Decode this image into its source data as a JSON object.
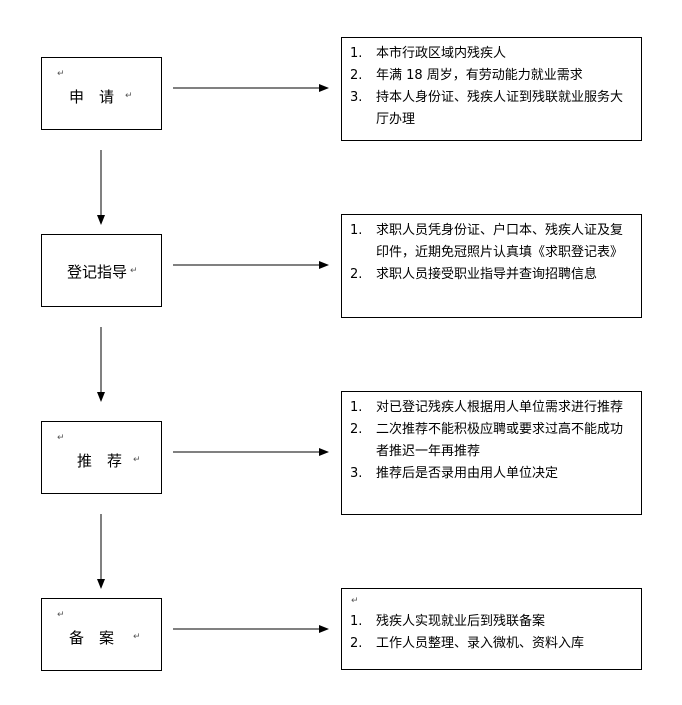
{
  "paragraph_mark": "↵",
  "steps": [
    {
      "label": "申　请",
      "details": [
        {
          "num": "1.",
          "text": "本市行政区域内残疾人"
        },
        {
          "num": "2.",
          "text": "年满 18 周岁，有劳动能力就业需求"
        },
        {
          "num": "3.",
          "text": "持本人身份证、残疾人证到残联就业服务大厅办理"
        }
      ]
    },
    {
      "label": "登记指导",
      "details": [
        {
          "num": "1.",
          "text": "求职人员凭身份证、户口本、残疾人证及复印件，近期免冠照片认真填《求职登记表》"
        },
        {
          "num": "2.",
          "text": "求职人员接受职业指导并查询招聘信息"
        }
      ]
    },
    {
      "label": "推　荐",
      "details": [
        {
          "num": "1.",
          "text": "对已登记残疾人根据用人单位需求进行推荐"
        },
        {
          "num": "2.",
          "text": "二次推荐不能积极应聘或要求过高不能成功者推迟一年再推荐"
        },
        {
          "num": "3.",
          "text": "推荐后是否录用由用人单位决定"
        }
      ]
    },
    {
      "label": "备　案",
      "details": [
        {
          "num": "1.",
          "text": "残疾人实现就业后到残联备案"
        },
        {
          "num": "2.",
          "text": "工作人员整理、录入微机、资料入库"
        }
      ]
    }
  ]
}
